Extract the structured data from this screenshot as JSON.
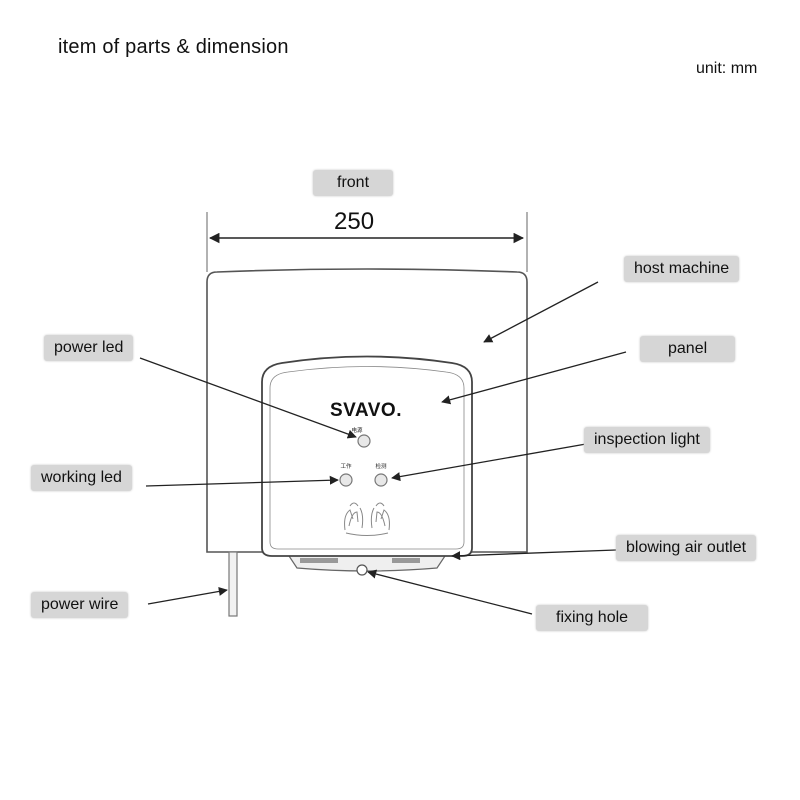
{
  "title": "item of parts & dimension",
  "unit": "unit: mm",
  "view_label": "front",
  "width_dimension": "250",
  "brand": "SVAVO.",
  "panel_small_labels": {
    "power": "电源",
    "working": "工作",
    "inspection": "检测"
  },
  "parts": {
    "host_machine": "host machine",
    "panel": "panel",
    "power_led": "power led",
    "inspection_light": "inspection light",
    "working_led": "working led",
    "blowing_air_outlet": "blowing air outlet",
    "power_wire": "power wire",
    "fixing_hole": "fixing hole"
  },
  "colors": {
    "label_bg": "#d6d6d6",
    "line": "#222222",
    "body_stroke": "#555555"
  }
}
